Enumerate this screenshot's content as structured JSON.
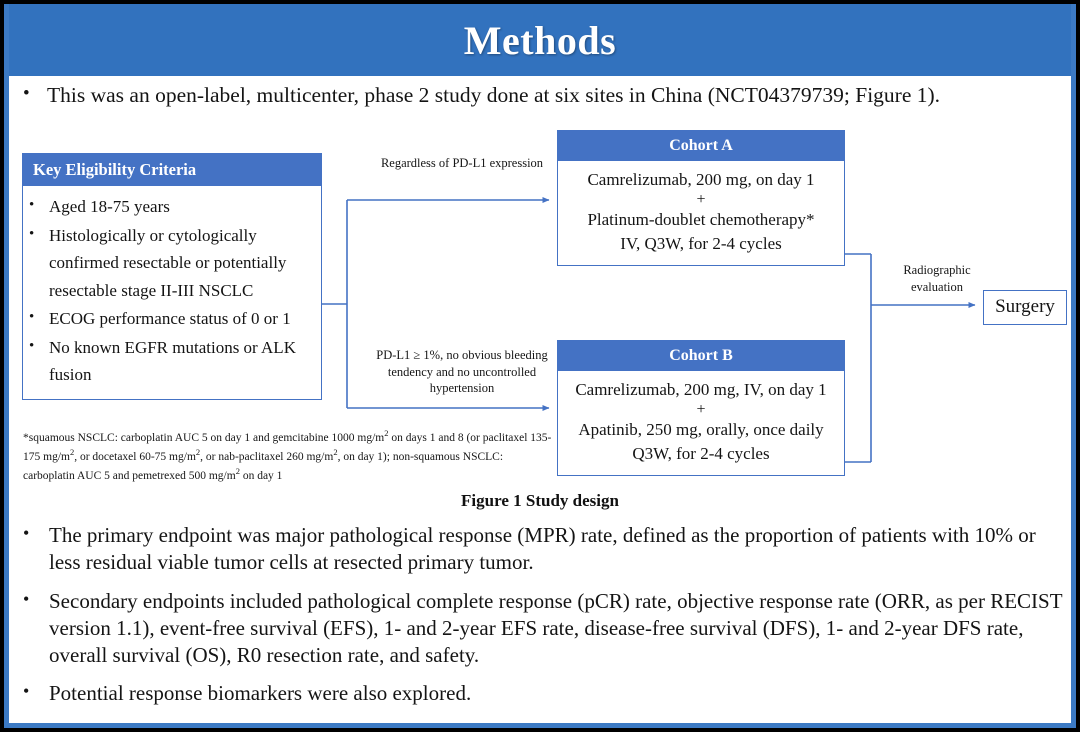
{
  "slide": {
    "title": "Methods",
    "banner_color": "#3272be",
    "box_header_color": "#4472c4",
    "connector_color": "#4472c4",
    "frame_color": "#000000",
    "inner_border_color": "#3c7ac4"
  },
  "lead_bullet": {
    "marker": "•",
    "text": "This was an open-label, multicenter, phase 2 study done at six sites in China (NCT04379739; Figure 1)."
  },
  "figure": {
    "caption": "Figure 1 Study design",
    "eligibility": {
      "header": "Key  Eligibility Criteria",
      "marker": "•",
      "items": [
        "Aged 18-75 years",
        "Histologically or cytologically confirmed resectable or potentially resectable stage II-III  NSCLC",
        "ECOG performance status of 0 or 1",
        "No known EGFR mutations or ALK fusion"
      ]
    },
    "footnote": {
      "line1_a": "*squamous NSCLC: carboplatin AUC 5 on day 1 and gemcitabine 1000 mg/m",
      "line1_sup": "2",
      "line1_b": " on days 1 and 8 (or paclitaxel 135-175  mg/m",
      "line2_sup": "2",
      "line2_b": ", or docetaxel 60-75 mg/m",
      "line3_sup": "2",
      "line3_b": ", or nab-paclitaxel 260 mg/m",
      "line4_sup": "2",
      "line4_b": ", on day 1); non-squamous NSCLC: carboplatin AUC 5 and pemetrexed 500 mg/m",
      "line5_sup": "2",
      "line5_b": " on day 1"
    },
    "cohort_a": {
      "header": "Cohort A",
      "line1": "Camrelizumab, 200 mg, on day 1",
      "plus": "+",
      "line2": "Platinum-doublet chemotherapy*",
      "line3": "IV, Q3W, for 2-4 cycles"
    },
    "cohort_b": {
      "header": "Cohort B",
      "line1": "Camrelizumab, 200 mg, IV, on day 1",
      "plus": "+",
      "line2": "Apatinib, 250 mg, orally, once daily",
      "line3": "Q3W, for 2-4 cycles"
    },
    "connectors": {
      "regardless": "Regardless  of PD-L1 expression",
      "pdl1": "PD-L1 ≥ 1%, no obvious bleeding tendency and no uncontrolled  hypertension",
      "radiographic": "Radiographic evaluation"
    },
    "surgery": {
      "label": "Surgery"
    }
  },
  "body_bullets": {
    "marker": "•",
    "items": [
      "The primary endpoint was major pathological response (MPR) rate, defined as the proportion of patients with 10% or less residual viable tumor cells at resected primary tumor.",
      "Secondary endpoints included pathological complete response (pCR) rate, objective response rate (ORR, as per RECIST version 1.1), event-free survival (EFS), 1- and 2-year EFS rate, disease-free survival (DFS), 1- and 2-year DFS rate, overall survival (OS), R0 resection rate, and safety.",
      "Potential response biomarkers were also explored."
    ]
  }
}
